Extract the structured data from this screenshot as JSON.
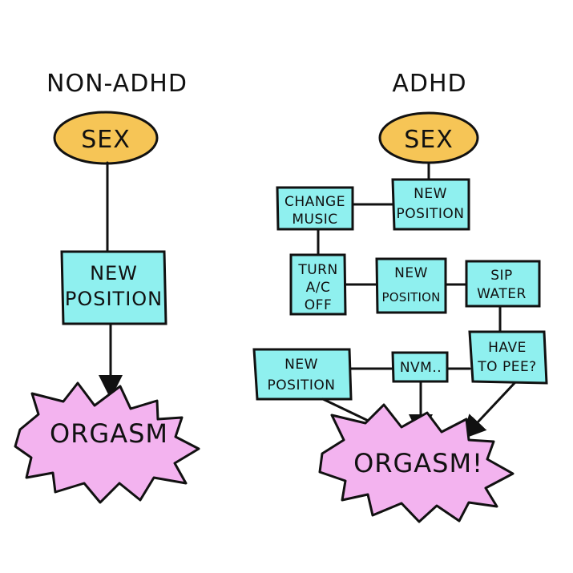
{
  "titles": {
    "left": "NON-ADHD",
    "right": "ADHD"
  },
  "left_flow": {
    "start": "SEX",
    "middle_line1": "NEW",
    "middle_line2": "POSITION",
    "end": "ORGASM"
  },
  "right_flow": {
    "start": "SEX",
    "node_new_position_top_line1": "NEW",
    "node_new_position_top_line2": "POSITION",
    "node_change_music_line1": "CHANGE",
    "node_change_music_line2": "MUSIC",
    "node_turn_ac_off_line1": "TURN",
    "node_turn_ac_off_line2": "A/C",
    "node_turn_ac_off_line3": "OFF",
    "node_new_position_mid_line1": "NEW",
    "node_new_position_mid_line2": "POSITION",
    "node_sip_water_line1": "SIP",
    "node_sip_water_line2": "WATER",
    "node_have_to_pee_line1": "HAVE",
    "node_have_to_pee_line2": "TO PEE?",
    "node_nvm": "NVM..",
    "node_new_position_bottom_line1": "NEW",
    "node_new_position_bottom_line2": "POSITION",
    "end": "ORGASM!"
  },
  "colors": {
    "cyan": "#8ff0ef",
    "yellow": "#f6c556",
    "pink": "#f3b3ef",
    "ink": "#111111"
  }
}
